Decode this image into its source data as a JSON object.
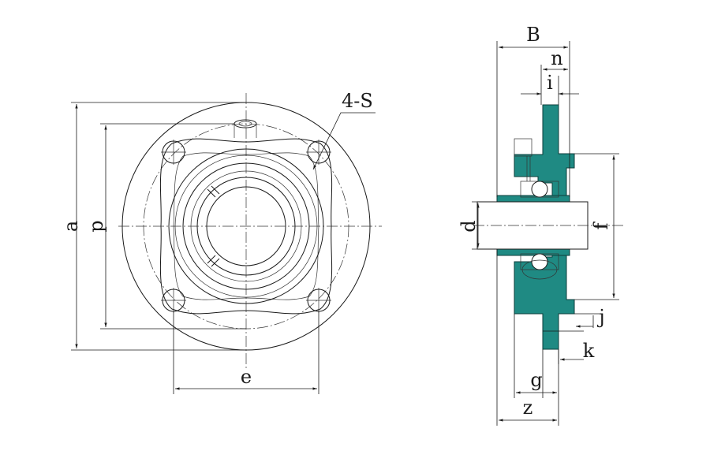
{
  "labels": {
    "a": "a",
    "p": "p",
    "e": "e",
    "holes": "4-S",
    "B": "B",
    "n": "n",
    "i": "i",
    "d": "d",
    "f": "f",
    "j": "j",
    "k": "k",
    "g": "g",
    "z": "z"
  },
  "colors": {
    "housing": "#1f8a83",
    "line": "#1a1a1a",
    "background": "#ffffff"
  }
}
